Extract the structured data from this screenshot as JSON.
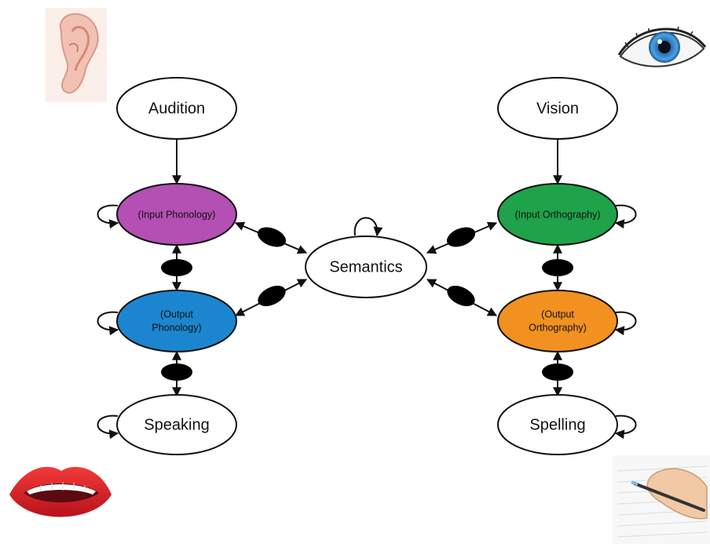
{
  "nodes": {
    "audition": "Audition",
    "vision": "Vision",
    "input_phonology": "(Input Phonology)",
    "input_orthography": "(Input Orthography)",
    "output_phonology_line1": "(Output",
    "output_phonology_line2": "Phonology)",
    "output_orthography_line1": "(Output",
    "output_orthography_line2": "Orthography)",
    "semantics": "Semantics",
    "speaking": "Speaking",
    "spelling": "Spelling"
  },
  "colors": {
    "input_phonology": "#b44fb3",
    "output_phonology": "#1b86cf",
    "input_orthography": "#1ea24a",
    "output_orthography": "#f2911f",
    "node_border": "#111111",
    "plain_node": "#ffffff"
  },
  "icons": [
    "ear-icon",
    "eye-icon",
    "mouth-icon",
    "hand-writing-icon"
  ]
}
